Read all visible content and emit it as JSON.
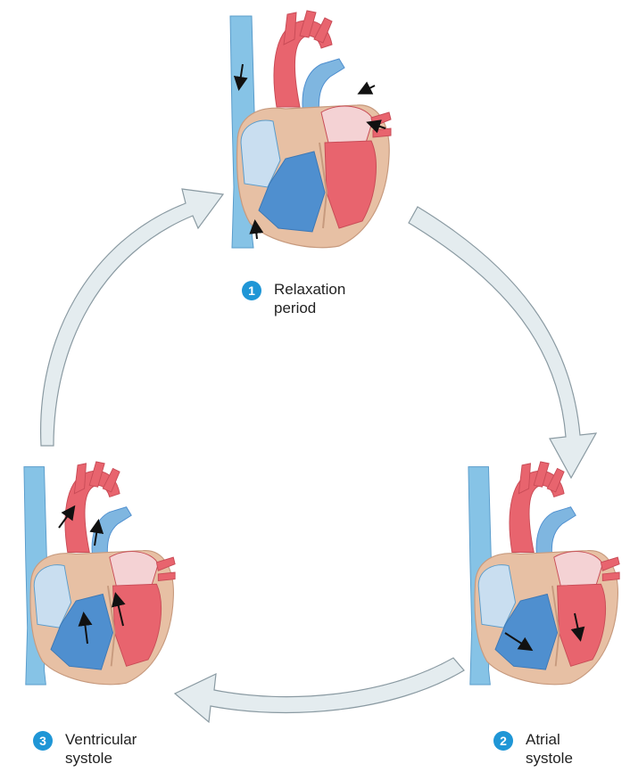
{
  "colors": {
    "badge": "#1f96d6",
    "cycle_arrow_fill": "#e4ecef",
    "cycle_arrow_stroke": "#8a9aa2",
    "oxygenated_blood": "#e8646e",
    "deoxygenated_blood": "#4f8fcf",
    "vessel_blue": "#86c3e6",
    "heart_muscle": "#e7c0a4",
    "valve_tissue": "#f4d2d4"
  },
  "stages": [
    {
      "number": "1",
      "line1": "Relaxation",
      "line2": "period"
    },
    {
      "number": "2",
      "line1": "Atrial",
      "line2": "systole"
    },
    {
      "number": "3",
      "line1": "Ventricular",
      "line2": "systole"
    }
  ],
  "cycle_arrows": [
    {
      "from": "1",
      "to": "2"
    },
    {
      "from": "2",
      "to": "3"
    },
    {
      "from": "3",
      "to": "1"
    }
  ]
}
